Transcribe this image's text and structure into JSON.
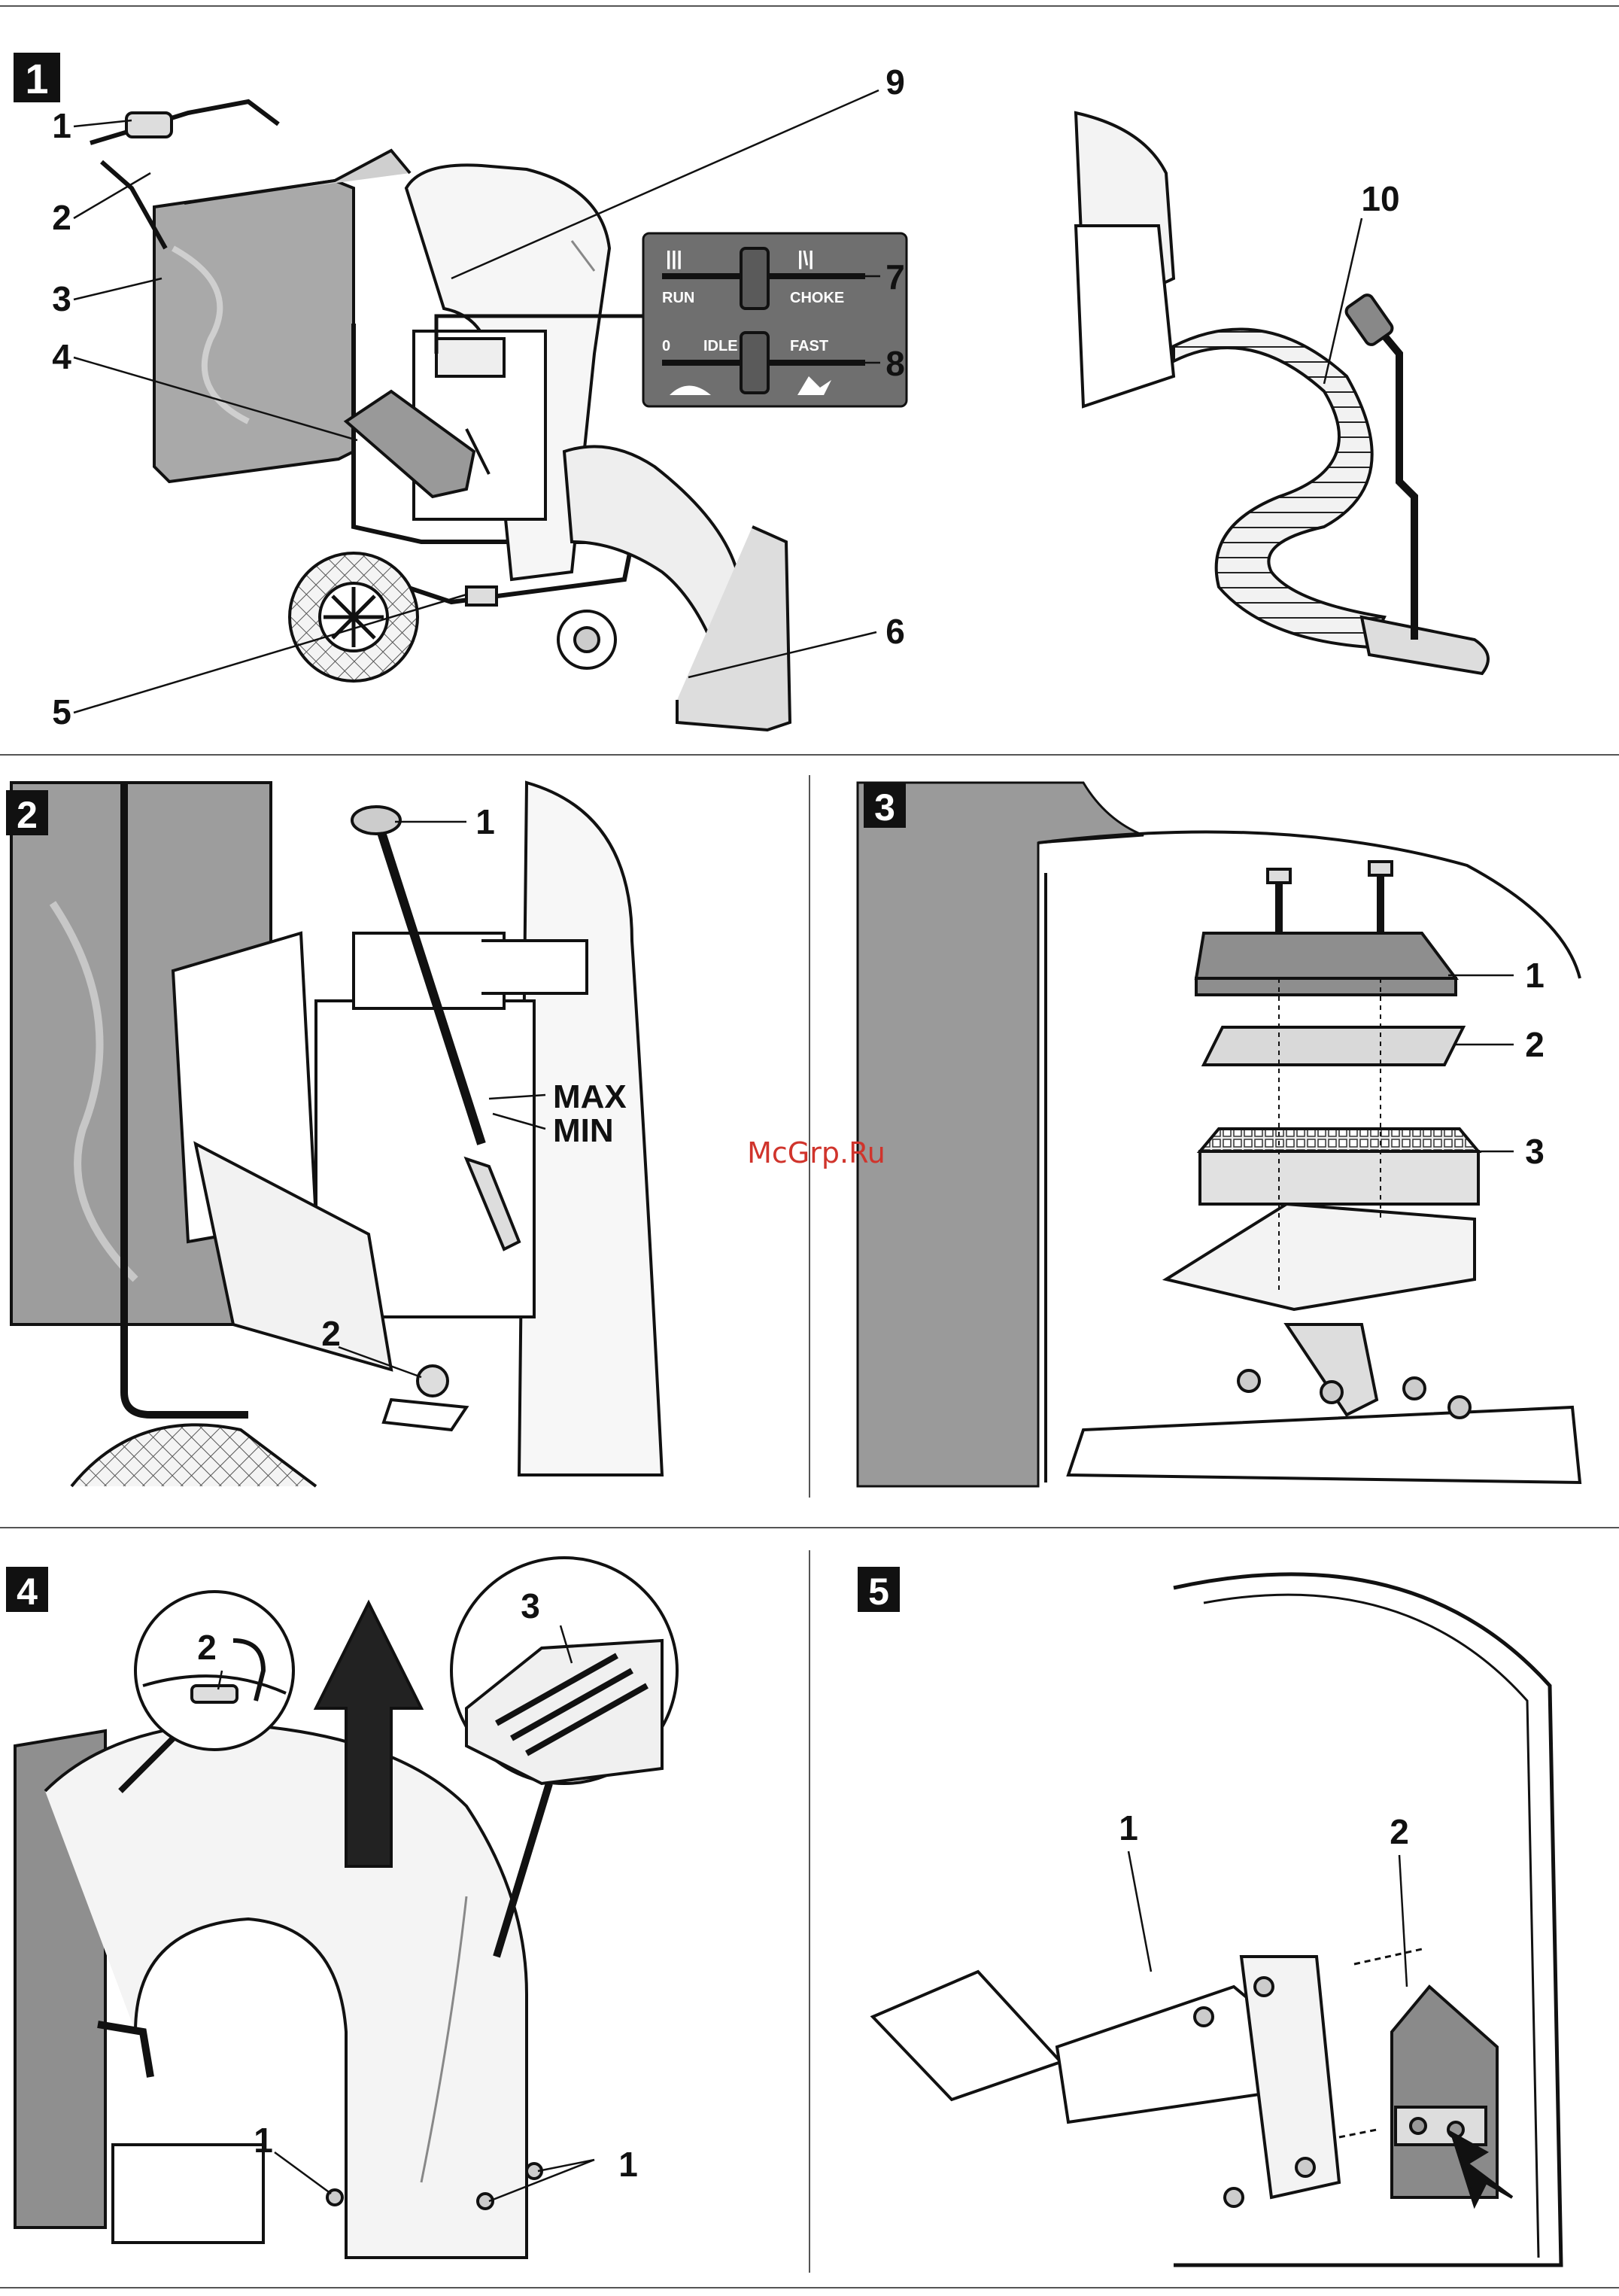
{
  "figures": [
    {
      "id": "1",
      "callouts": [
        "1",
        "2",
        "3",
        "4",
        "5",
        "6",
        "7",
        "8",
        "9",
        "10"
      ]
    },
    {
      "id": "2",
      "callouts": [
        "1",
        "2"
      ],
      "dipstick_marks": [
        "MAX",
        "MIN"
      ]
    },
    {
      "id": "3",
      "callouts": [
        "1",
        "2",
        "3"
      ]
    },
    {
      "id": "4",
      "callouts": [
        "1",
        "1",
        "2",
        "3"
      ]
    },
    {
      "id": "5",
      "callouts": [
        "1",
        "2"
      ]
    }
  ],
  "control_panel": {
    "choke_lever": {
      "left_label": "RUN",
      "right_label": "CHOKE",
      "left_icon": "choke-open-icon",
      "right_icon": "choke-closed-icon"
    },
    "throttle_lever": {
      "stop_label": "0",
      "idle_label": "IDLE",
      "fast_label": "FAST",
      "slow_icon": "turtle-icon",
      "fast_icon": "rabbit-icon"
    }
  },
  "watermark": "McGrp.Ru",
  "colors": {
    "line": "#111111",
    "bag_grey": "#a9a9a9",
    "panel_grey": "#6f6f6f",
    "light_grey": "#d9d9d9",
    "watermark": "#d0342c"
  }
}
